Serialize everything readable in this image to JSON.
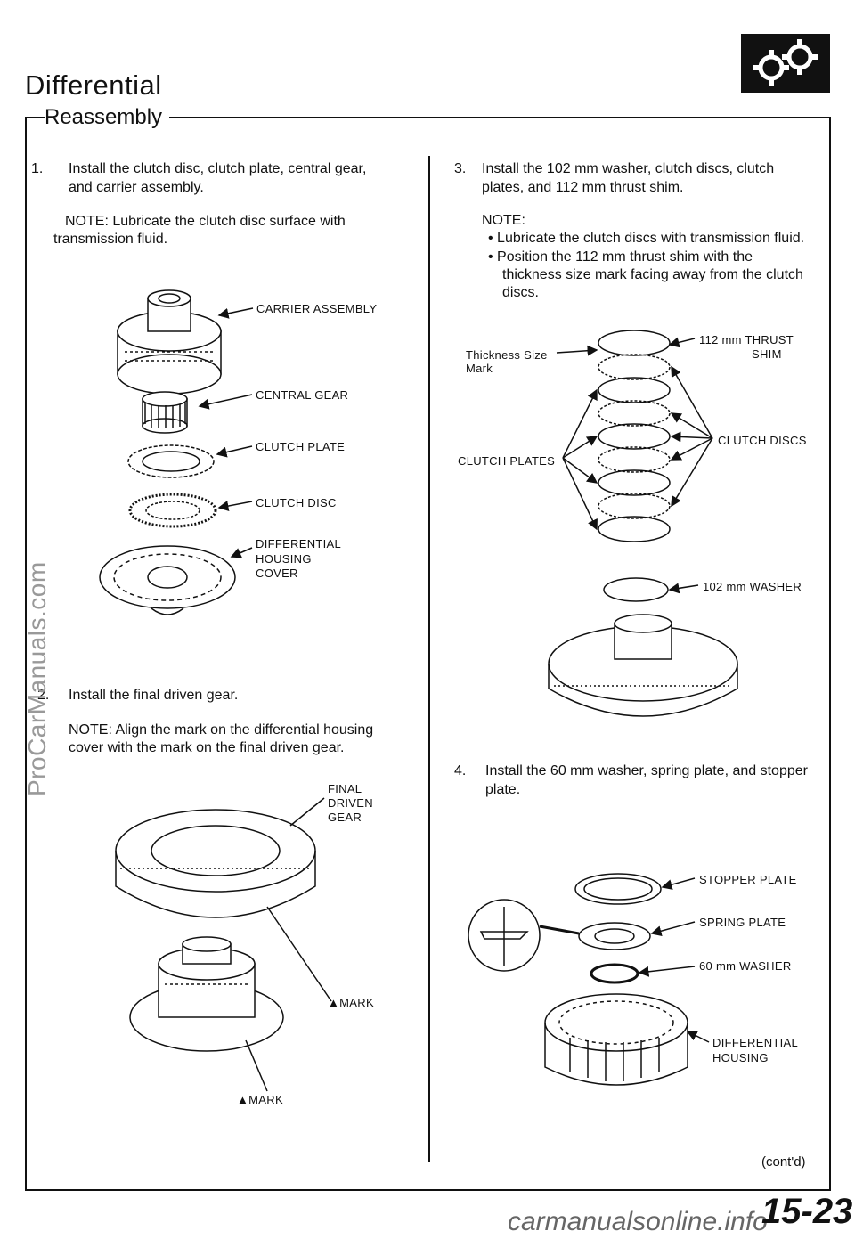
{
  "header": {
    "title": "Differential",
    "subtitle": "Reassembly"
  },
  "left": {
    "step1": {
      "num": "1.",
      "text_line1": "Install the clutch disc, clutch plate, central gear,",
      "text_line2": "and carrier assembly.",
      "note_line1": "NOTE: Lubricate the clutch disc surface with",
      "note_line2": "transmission fluid."
    },
    "labels": {
      "carrier": "CARRIER ASSEMBLY",
      "central": "CENTRAL GEAR",
      "plate": "CLUTCH PLATE",
      "disc": "CLUTCH DISC",
      "housing1": "DIFFERENTIAL",
      "housing2": "HOUSING",
      "housing3": "COVER"
    },
    "step2": {
      "num": "2.",
      "text": "Install the final driven gear.",
      "note_line1": "NOTE: Align the mark on the differential housing",
      "note_line2": "cover with the mark on the final driven gear."
    },
    "labels2": {
      "final1": "FINAL",
      "final2": "DRIVEN",
      "final3": "GEAR",
      "mark_a": "MARK",
      "mark_b": "MARK"
    }
  },
  "right": {
    "step3": {
      "num": "3.",
      "text_line1": "Install the 102 mm washer, clutch discs, clutch",
      "text_line2": "plates, and 112 mm thrust shim.",
      "note_head": "NOTE:",
      "bullet1": "• Lubricate the clutch discs with transmission fluid.",
      "bullet2_line1": "• Position the 112 mm thrust shim with the",
      "bullet2_line2": "thickness size mark facing away from the clutch",
      "bullet2_line3": "discs."
    },
    "labels3": {
      "thick1": "Thickness Size",
      "thick2": "Mark",
      "shim1": "112 mm THRUST",
      "shim2": "SHIM",
      "discs": "CLUTCH DISCS",
      "plates": "CLUTCH PLATES",
      "washer": "102 mm WASHER"
    },
    "step4": {
      "num": "4.",
      "text_line1": "Install the 60 mm washer, spring plate, and stopper",
      "text_line2": "plate."
    },
    "labels4": {
      "stopper": "STOPPER PLATE",
      "spring": "SPRING PLATE",
      "washer60": "60 mm WASHER",
      "housing1": "DIFFERENTIAL",
      "housing2": "HOUSING"
    }
  },
  "footer": {
    "contd": "(cont'd)",
    "page_number": "15-23",
    "watermark": "ProCarManuals.com",
    "site": "carmanualsonline.info"
  },
  "icons": {
    "header_icon": "gears-icon"
  }
}
